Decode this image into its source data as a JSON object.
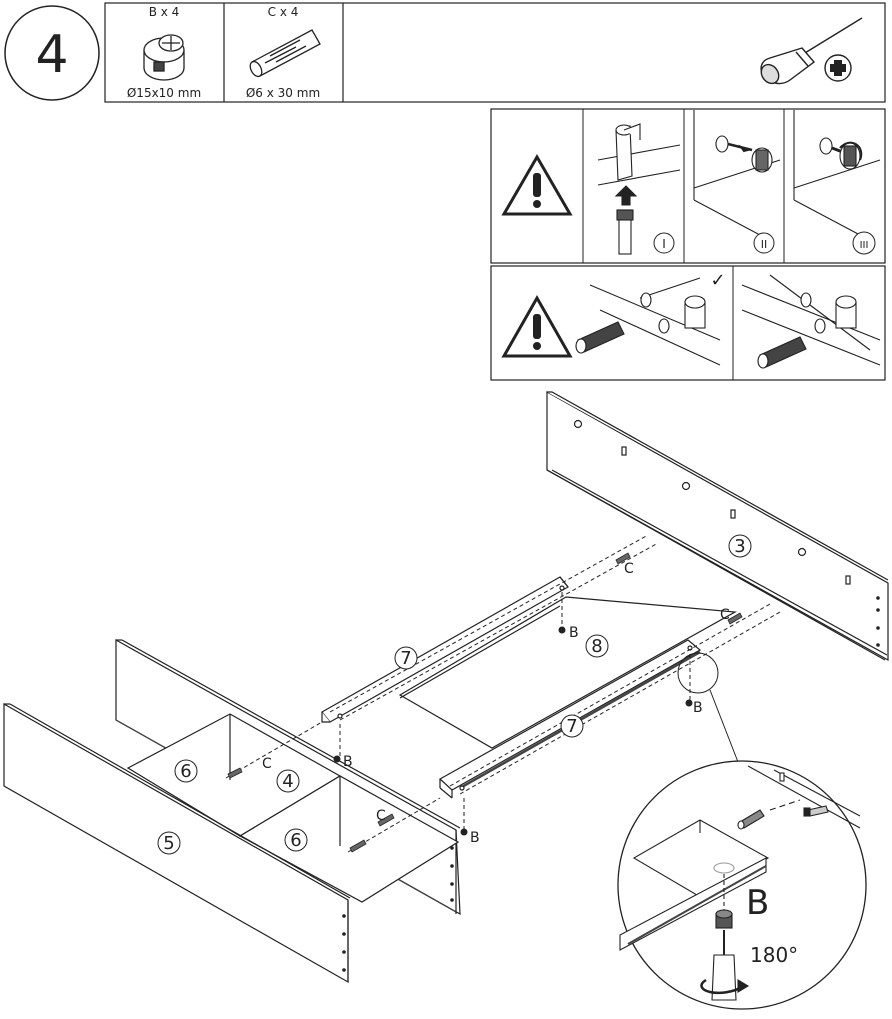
{
  "step": "4",
  "parts": [
    {
      "label": "B x 4",
      "size": "Ø15x10 mm"
    },
    {
      "label": "C x 4",
      "size": "Ø6  x 30 mm"
    }
  ],
  "instructions": {
    "stages": [
      "I",
      "II",
      "III"
    ],
    "check_mark": "✓"
  },
  "assembly": {
    "panel_labels": [
      "3",
      "4",
      "5",
      "6",
      "6",
      "7",
      "7",
      "8"
    ],
    "fastener_labels": {
      "B": "B",
      "C": "C"
    },
    "detail": {
      "fastener": "B",
      "rotation": "180°"
    }
  },
  "colors": {
    "line": "#222222",
    "shade": "#555555",
    "fill": "#ffffff"
  }
}
